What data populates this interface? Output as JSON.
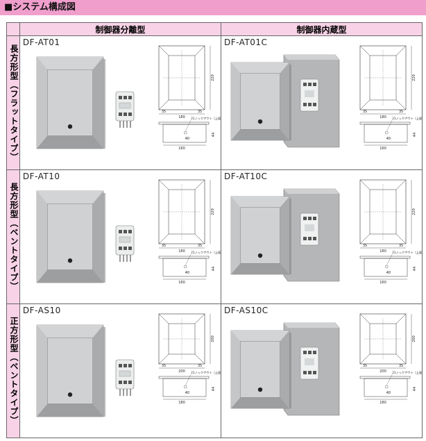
{
  "title": "■システム構成図",
  "headers": {
    "separate": "制御器分離型",
    "built_in": "制御器内蔵型"
  },
  "rows": [
    {
      "label": "長方形型（フラットタイプ）",
      "separate": {
        "model": "DF-AT01",
        "dim_w": "180",
        "dim_h": "220",
        "dim_side": "35",
        "dim_depth": "160",
        "dim_d1": "40",
        "dim_d2": "44",
        "knockout": "21ノックアウト（上面）"
      },
      "built_in": {
        "model": "DF-AT01C",
        "dim_w": "180",
        "dim_h": "220",
        "dim_side": "35",
        "dim_depth": "160",
        "dim_d1": "40",
        "dim_d2": "44",
        "knockout": "21ノックアウト（上面）"
      }
    },
    {
      "label": "長方形型（ベントタイプ）",
      "separate": {
        "model": "DF-AT10",
        "dim_w": "180",
        "dim_h": "220",
        "dim_side": "35",
        "dim_depth": "160",
        "dim_d1": "40",
        "dim_d2": "44",
        "knockout": "21ノックアウト（上面）"
      },
      "built_in": {
        "model": "DF-AT10C",
        "dim_w": "180",
        "dim_h": "220",
        "dim_side": "35",
        "dim_depth": "160",
        "dim_d1": "40",
        "dim_d2": "44",
        "knockout": "21ノックアウト（上面）"
      }
    },
    {
      "label": "正方形型（ベントタイプ）",
      "separate": {
        "model": "DF-AS10",
        "dim_w": "200",
        "dim_h": "200",
        "dim_side": "35",
        "dim_depth": "180",
        "dim_d1": "40",
        "dim_d2": "44",
        "knockout": "21ノックアウト（上面）"
      },
      "built_in": {
        "model": "DF-AS10C",
        "dim_w": "200",
        "dim_h": "200",
        "dim_side": "35",
        "dim_depth": "180",
        "dim_d1": "40",
        "dim_d2": "44",
        "knockout": "21ノックアウト（上面）"
      }
    }
  ]
}
